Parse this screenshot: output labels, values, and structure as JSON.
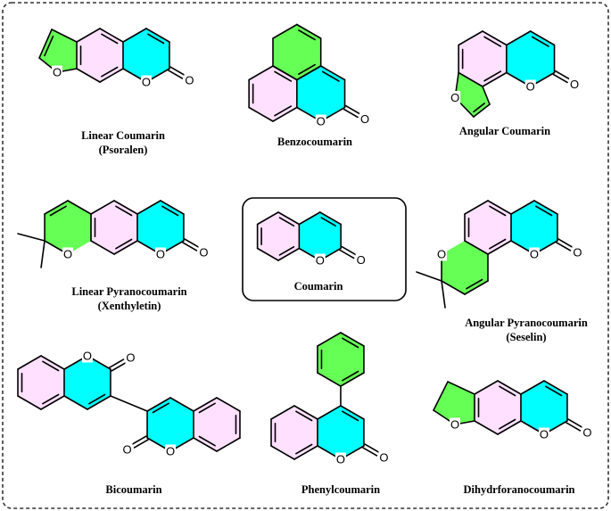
{
  "colors": {
    "pyranone_ring": "#00FFFF",
    "benzene_ring": "#FFE0FF",
    "fused_ring": "#66FF55",
    "bond": "#000000",
    "frame": "#333333"
  },
  "atoms": {
    "oxygen": "O"
  },
  "structures": {
    "linear_coumarin": {
      "name": "Linear Coumarin",
      "subname": "(Psoralen)"
    },
    "benzocoumarin": {
      "name": "Benzocoumarin"
    },
    "angular_coumarin": {
      "name": "Angular Coumarin"
    },
    "linear_pyranocoumarin": {
      "name": "Linear Pyranocoumarin",
      "subname": "(Xenthyletin)"
    },
    "coumarin": {
      "name": "Coumarin"
    },
    "angular_pyranocoumarin": {
      "name": "Angular Pyranocoumarin",
      "subname": "(Seselin)"
    },
    "bicoumarin": {
      "name": "Bicoumarin"
    },
    "phenylcoumarin": {
      "name": "Phenylcoumarin"
    },
    "dihydrofuranocoumarin": {
      "name": "Dihydrforanocoumarin"
    }
  }
}
